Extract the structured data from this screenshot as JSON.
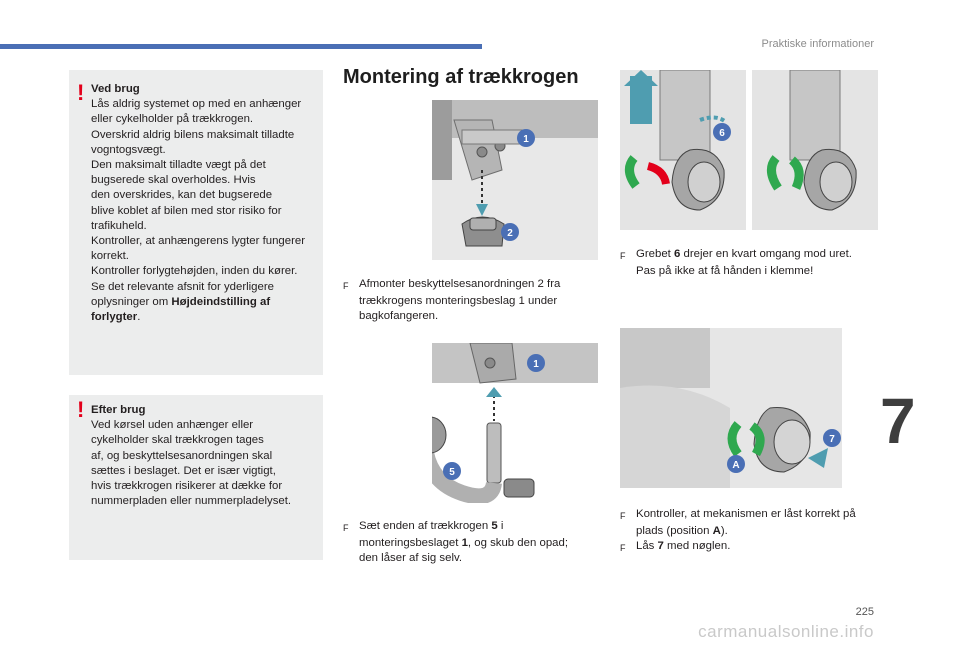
{
  "header": {
    "running_head": "Praktiske informationer"
  },
  "chapter": {
    "number": "7"
  },
  "footer": {
    "page_number": "225",
    "watermark": "carmanualsonline.info"
  },
  "warnings": [
    {
      "title": "Ved brug",
      "lines": [
        "Lås aldrig systemet op med en anhænger",
        "eller cykelholder på trækkrogen.",
        "Overskrid aldrig bilens maksimalt tilladte",
        "vogntogsvægt.",
        "Den maksimalt tilladte vægt på det",
        "bugserede skal overholdes. Hvis",
        "den overskrides, kan det bugserede",
        "blive koblet af bilen med stor risiko for",
        "trafikuheld.",
        "Kontroller, at anhængerens lygter fungerer",
        "korrekt.",
        "Kontroller forlygtehøjden, inden du kører.",
        "Se det relevante afsnit for yderligere",
        "oplysninger om"
      ],
      "link_bold_1": "Højdeindstilling af",
      "link_bold_2": "forlygter",
      "link_tail": "."
    },
    {
      "title": "Efter brug",
      "lines": [
        "Ved kørsel uden anhænger eller",
        "cykelholder skal trækkrogen tages",
        "af, og beskyttelsesanordningen skal",
        "sættes i beslaget. Det er især vigtigt,",
        "hvis trækkrogen risikerer at dække for",
        "nummerpladen eller nummerpladelyset."
      ]
    }
  ],
  "section": {
    "title": "Montering af trækkrogen"
  },
  "bullet_marker": "F",
  "steps": {
    "s1": {
      "line1": "Afmonter beskyttelsesanordningen 2 fra",
      "line2": "trækkrogens monteringsbeslag 1 under",
      "line3": "bagkofangeren."
    },
    "s2": {
      "line1a": "Sæt enden af trækkrogen ",
      "line1b": "5",
      "line1c": " i",
      "line2a": "monteringsbeslaget ",
      "line2b": "1",
      "line2c": ", og skub den opad;",
      "line3": "den låser af sig selv."
    },
    "s3": {
      "line1a": "Grebet ",
      "line1b": "6",
      "line1c": " drejer en kvart omgang mod uret.",
      "line2": "Pas på ikke at få hånden i klemme!"
    },
    "s4": {
      "line1": "Kontroller, at mekanismen er låst korrekt på",
      "line2a": "plads (position ",
      "line2b": "A",
      "line2c": ")."
    },
    "s5": {
      "line1a": "Lås ",
      "line1b": "7",
      "line1c": " med nøglen."
    }
  },
  "callouts": {
    "c1": "1",
    "c2": "2",
    "c5": "5",
    "c6": "6",
    "c7": "7",
    "cA": "A"
  },
  "colors": {
    "callout": "#4a6fb5",
    "arrow": "#4f9db0",
    "lock_green": "#2fa84f",
    "lock_red": "#e3001b",
    "warning": "#e3001b"
  }
}
